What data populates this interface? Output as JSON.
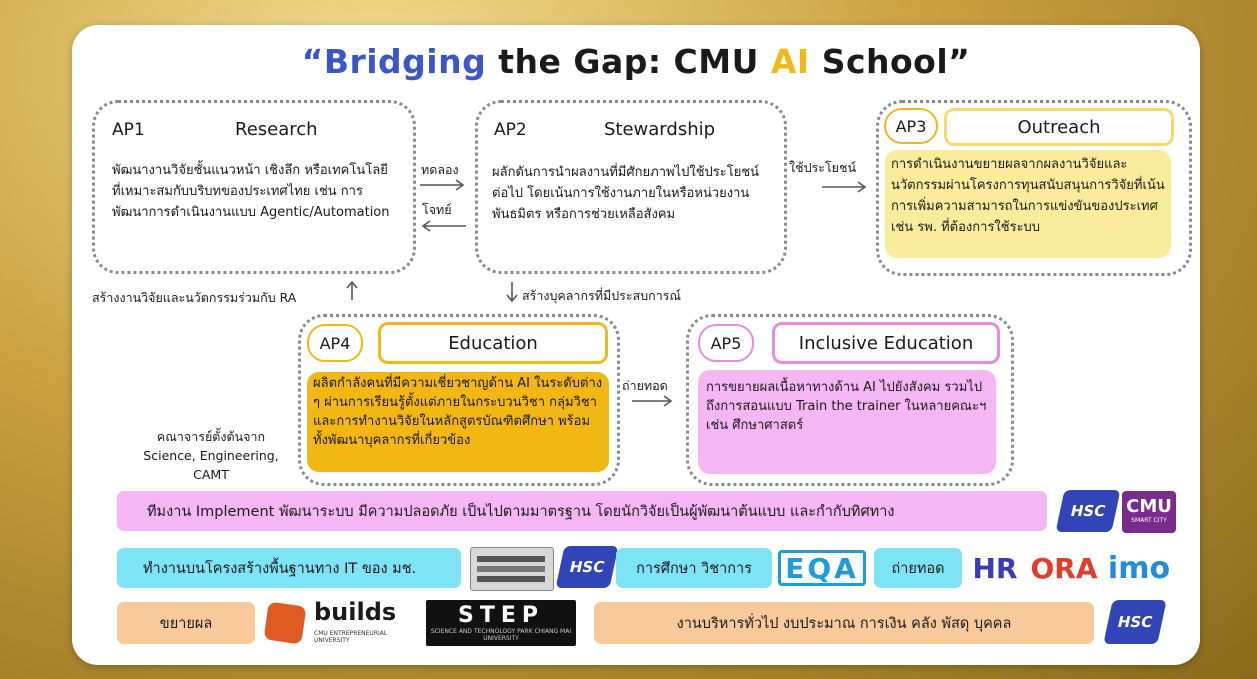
{
  "title": {
    "part1": "“Bridging",
    "part2": " the Gap: CMU ",
    "part3": "AI",
    "part4": " School”"
  },
  "ap1": {
    "code": "AP1",
    "name": "Research",
    "desc": "พัฒนางานวิจัยชั้นแนวหน้า เชิงลึก หรือเทคโนโลยีที่เหมาะสมกับบริบทของประเทศไทย เช่น การพัฒนาการดำเนินงานแบบ Agentic/Automation"
  },
  "ap2": {
    "code": "AP2",
    "name": "Stewardship",
    "desc": "ผลักดันการนำผลงานที่มีศักยภาพไปใช้ประโยชน์ต่อไป โดยเน้นการใช้งานภายในหรือหน่วยงานพันธมิตร หรือการช่วยเหลือสังคม"
  },
  "ap3": {
    "code": "AP3",
    "name": "Outreach",
    "desc": "การดำเนินงานขยายผลจากผลงานวิจัยและนวัตกรรมผ่านโครงการทุนสนับสนุนการวิจัยที่เน้นการเพิ่มความสามารถในการแข่งขันของประเทศ เช่น รพ. ที่ต้องการใช้ระบบ"
  },
  "ap4": {
    "code": "AP4",
    "name": "Education",
    "desc": "ผลิตกำลังคนที่มีความเชี่ยวชาญด้าน AI ในระดับต่าง ๆ ผ่านการเรียนรู้ตั้งแต่ภายในกระบวนวิชา กลุ่มวิชา และการทำงานวิจัยในหลักสูตรบัณฑิตศึกษา พร้อมทั้งพัฒนาบุคลากรที่เกี่ยวข้อง"
  },
  "ap5": {
    "code": "AP5",
    "name": "Inclusive Education",
    "desc": "การขยายผลเนื้อหาทางด้าน AI ไปยังสังคม รวมไปถึงการสอนแบบ Train the trainer ในหลายคณะฯ เช่น ศึกษาศาสตร์"
  },
  "arrows": {
    "trial": "ทดลอง",
    "joint": "โจทย์",
    "use": "ใช้ประโยชน์",
    "build_exp": "สร้างบุคลากรที่มีประสบการณ์",
    "build_ra": "สร้างงานวิจัยและนวัตกรรมร่วมกับ RA",
    "transfer": "ถ่ายทอด"
  },
  "faculty_note": [
    "คณาจารย์ตั้งต้นจาก",
    "Science, Engineering,",
    "CAMT"
  ],
  "bottom": {
    "implement": "ทีมงาน Implement พัฒนาระบบ มีความปลอดภัย เป็นไปตามมาตรฐาน โดยนักวิจัยเป็นผู้พัฒนาต้นแบบ และกำกับทิศทาง",
    "it_infra": "ทำงานบนโครงสร้างพื้นฐานทาง IT ของ มช.",
    "academic": "การศึกษา วิชาการ",
    "transfer": "ถ่ายทอด",
    "expand": "ขยายผล",
    "admin": "งานบริหารทั่วไป งบประมาณ การเงิน คลัง พัสดุ บุคคล"
  },
  "logos": {
    "hsc": "HSC",
    "cmu": "CMU",
    "cmu_sub": "SMART CITY",
    "eqa": "EQA",
    "hr": "HR",
    "ora": "ORA",
    "imo": "imo",
    "builds": "builds",
    "builds_sub": "CMU ENTREPRENEURIAL UNIVERSITY",
    "step": "STEP",
    "step_sub": "SCIENCE AND TECHNOLOGY PARK CHIANG MAI UNIVERSITY"
  },
  "colors": {
    "blue": "#3b56c9",
    "gold": "#f1b81a",
    "yellow_fill": "#fbeb9c",
    "orange_fill": "#f3b713",
    "pink_fill": "#f5b7f3",
    "cyan_fill": "#7ee3f4",
    "peach_fill": "#f8c99b"
  }
}
